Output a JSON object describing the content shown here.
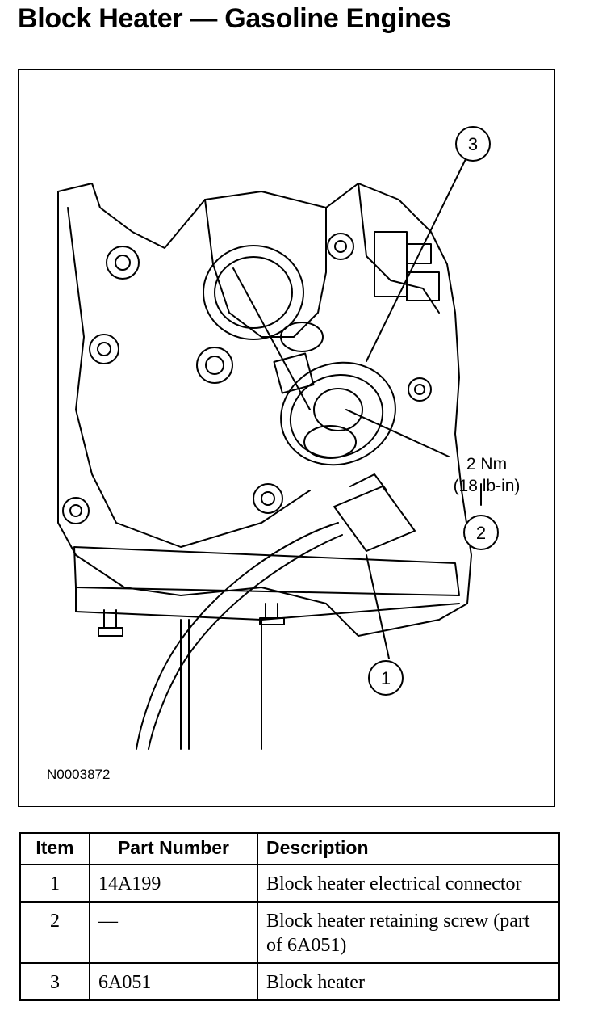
{
  "title": "Block Heater — Gasoline Engines",
  "figure": {
    "id_label": "N0003872",
    "callouts": [
      "3",
      "2",
      "1"
    ],
    "torque_lines": [
      "2 Nm",
      "(18 lb-in)"
    ]
  },
  "table": {
    "headers": [
      "Item",
      "Part Number",
      "Description"
    ],
    "rows": [
      {
        "item": "1",
        "part": "14A199",
        "desc": "Block heater electrical connector"
      },
      {
        "item": "2",
        "part": "—",
        "desc": "Block heater retaining screw (part of 6A051)"
      },
      {
        "item": "3",
        "part": "6A051",
        "desc": "Block heater"
      }
    ]
  }
}
